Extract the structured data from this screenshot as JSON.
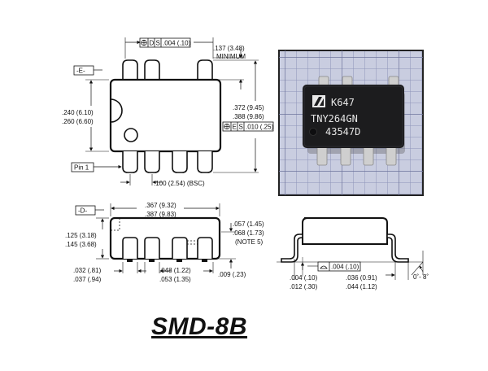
{
  "top_view": {
    "datum_e": "-E-",
    "datum_d": "D",
    "datum_s": "S",
    "tol_top": ".004 (.10)",
    "lead_spacing_min": ".137 (3.48)",
    "minimum": "MINIMUM",
    "width_1": ".240 (6.10)",
    "width_2": ".260 (6.60)",
    "length_1": ".372 (9.45)",
    "length_2": ".388 (9.86)",
    "datum_e_s": "E",
    "datum_s2": "S",
    "tol_right": ".010 (.25)",
    "pin1": "Pin 1",
    "pitch": ".100 (2.54) (BSC)"
  },
  "side_view": {
    "datum_d": "-D-",
    "len_1": ".367 (9.32)",
    "len_2": ".387 (9.83)",
    "h_1": ".125 (3.18)",
    "h_2": ".145 (3.68)",
    "r_1": ".057 (1.45)",
    "r_2": ".068 (1.73)",
    "note": "(NOTE 5)",
    "lw_1": ".032 (.81)",
    "lw_2": ".037 (.94)",
    "lf_1": ".048 (1.22)",
    "lf_2": ".053 (1.35)",
    "lt": ".009 (.23)"
  },
  "end_view": {
    "flat": ".004 (.10)",
    "st_1": ".004 (.10)",
    "st_2": ".012 (.30)",
    "lf_1": ".036 (0.91)",
    "lf_2": ".044 (1.12)",
    "angle": "0˚- 8˚"
  },
  "photo": {
    "line1": "K647",
    "line2": "TNY264GN",
    "line3": "43547D"
  },
  "title": "SMD-8B"
}
